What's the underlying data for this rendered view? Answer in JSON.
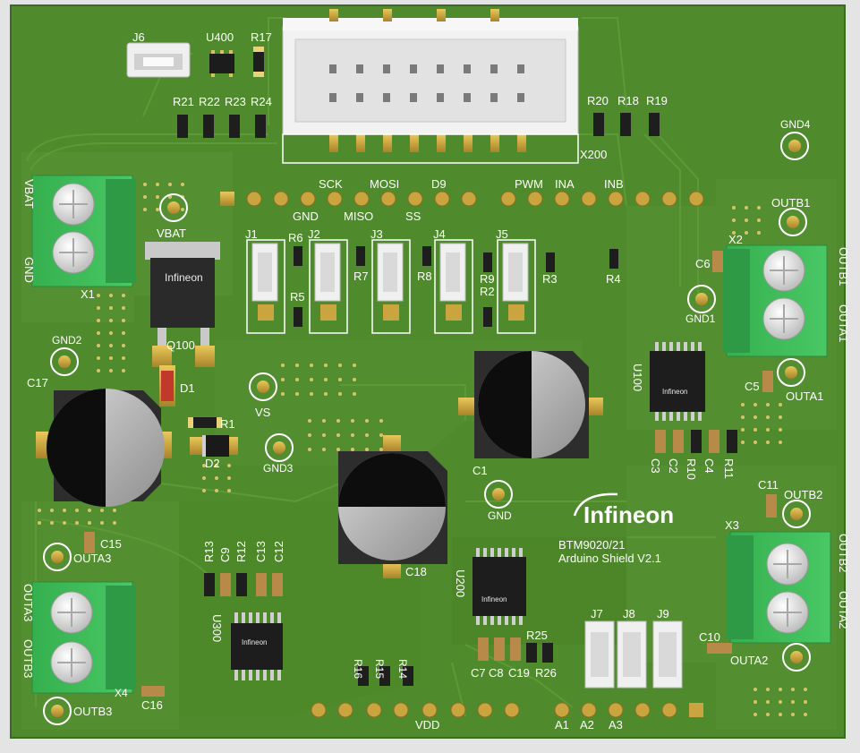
{
  "board": {
    "title_logo": "Infineon",
    "product_line1": "BTM9020/21",
    "product_line2": "Arduino Shield V2.1",
    "colors": {
      "pcb": "#4f8a2d",
      "pcb_dark": "#3f7424",
      "trace": "#5d9a36",
      "silk": "#ffffff",
      "pad": "#c9a43a",
      "terminal": "#3fbf5a",
      "terminal_dark": "#2f9a45",
      "background": "#e4e4e4"
    }
  },
  "connector_header": {
    "ref": "X200"
  },
  "top_labels": {
    "j6": "J6",
    "u400": "U400",
    "r17": "R17",
    "r21": "R21",
    "r22": "R22",
    "r23": "R23",
    "r24": "R24",
    "r20": "R20",
    "r18": "R18",
    "r19": "R19",
    "gnd4": "GND4"
  },
  "header_pin_labels": {
    "sck": "SCK",
    "mosi": "MOSI",
    "d9": "D9",
    "pwm": "PWM",
    "ina": "INA",
    "inb": "INB",
    "gnd": "GND",
    "miso": "MISO",
    "ss": "SS"
  },
  "jumpers": {
    "j1": "J1",
    "j2": "J2",
    "j3": "J3",
    "j4": "J4",
    "j5": "J5",
    "j7": "J7",
    "j8": "J8",
    "j9": "J9"
  },
  "resistors": {
    "r6": "R6",
    "r5": "R5",
    "r7": "R7",
    "r8": "R8",
    "r9": "R9",
    "r2": "R2",
    "r3": "R3",
    "r4": "R4",
    "r1": "R1",
    "r13": "R13",
    "r12": "R12",
    "r10": "R10",
    "r11": "R11",
    "r25": "R25",
    "r26": "R26",
    "r16": "R16",
    "r15": "R15",
    "r14": "R14"
  },
  "capacitors": {
    "c6": "C6",
    "c5": "C5",
    "c3": "C3",
    "c2": "C2",
    "c4": "C4",
    "c1": "C1",
    "c11": "C11",
    "c10": "C10",
    "c17": "C17",
    "c15": "C15",
    "c9": "C9",
    "c13": "C13",
    "c12": "C12",
    "c18": "C18",
    "c16": "C16",
    "c7": "C7",
    "c8": "C8",
    "c19": "C19"
  },
  "terminals": {
    "x1": "X1",
    "x2": "X2",
    "x3": "X3",
    "x4": "X4",
    "vbat_side": "VBAT",
    "gnd_side": "GND",
    "outb1_side": "OUTB1",
    "outa1_side": "OUTA1",
    "outb2_side": "OUTB2",
    "outa2_side": "OUTA2",
    "outa3_side": "OUTA3",
    "outb3_side": "OUTB3"
  },
  "testpoints": {
    "vbat": "VBAT",
    "gnd2": "GND2",
    "vs": "VS",
    "gnd3": "GND3",
    "gnd": "GND",
    "gnd1": "GND1",
    "outb1": "OUTB1",
    "outa1": "OUTA1",
    "outb2": "OUTB2",
    "outa2": "OUTA2",
    "outa3": "OUTA3",
    "outb3": "OUTB3"
  },
  "semis": {
    "q100": "Q100",
    "d1": "D1",
    "d2": "D2",
    "u100": "U100",
    "u200": "U200",
    "u300": "U300",
    "chip_logo": "Infineon"
  },
  "bottom_pin_labels": {
    "vdd": "VDD",
    "a1": "A1",
    "a2": "A2",
    "a3": "A3"
  }
}
